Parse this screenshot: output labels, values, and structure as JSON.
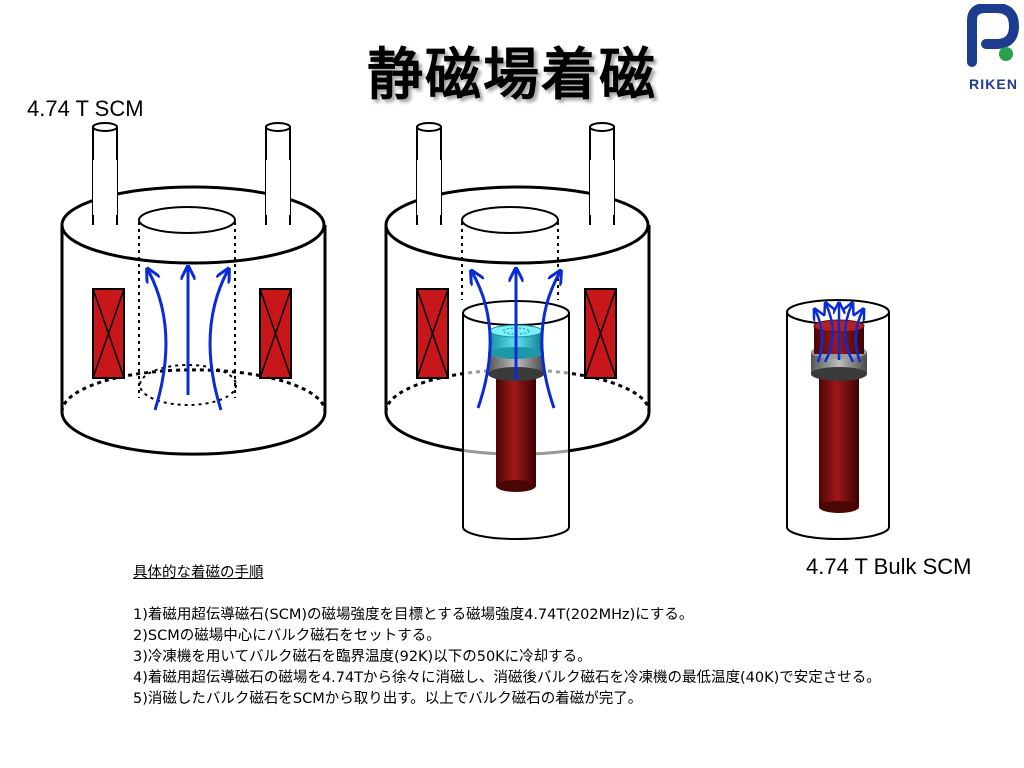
{
  "title": "静磁場着磁",
  "logo_text": "RIKEN",
  "labels": {
    "scm": "4.74 T SCM",
    "bulk": "4.74 T Bulk SCM"
  },
  "procedure": {
    "heading": "具体的な着磁の手順",
    "steps": [
      "1)着磁用超伝導磁石(SCM)の磁場強度を目標とする磁場強度4.74T(202MHz)にする。",
      "2)SCMの磁場中心にバルク磁石をセットする。",
      "3)冷凍機を用いてバルク磁石を臨界温度(92K)以下の50Kに冷却する。",
      "4)着磁用超伝導磁石の磁場を4.74Tから徐々に消磁し、消磁後バルク磁石を冷凍機の最低温度(40K)で安定させる。",
      "5)消磁したバルク磁石をSCMから取り出す。以上でバルク磁石の着磁が完了。"
    ]
  },
  "colors": {
    "coil": "#c8171b",
    "field_lines": "#0a2bd6",
    "bulk_magnet": "#38c9d8",
    "rod": "#7a0d0d",
    "logo": "#1d3c8f"
  }
}
